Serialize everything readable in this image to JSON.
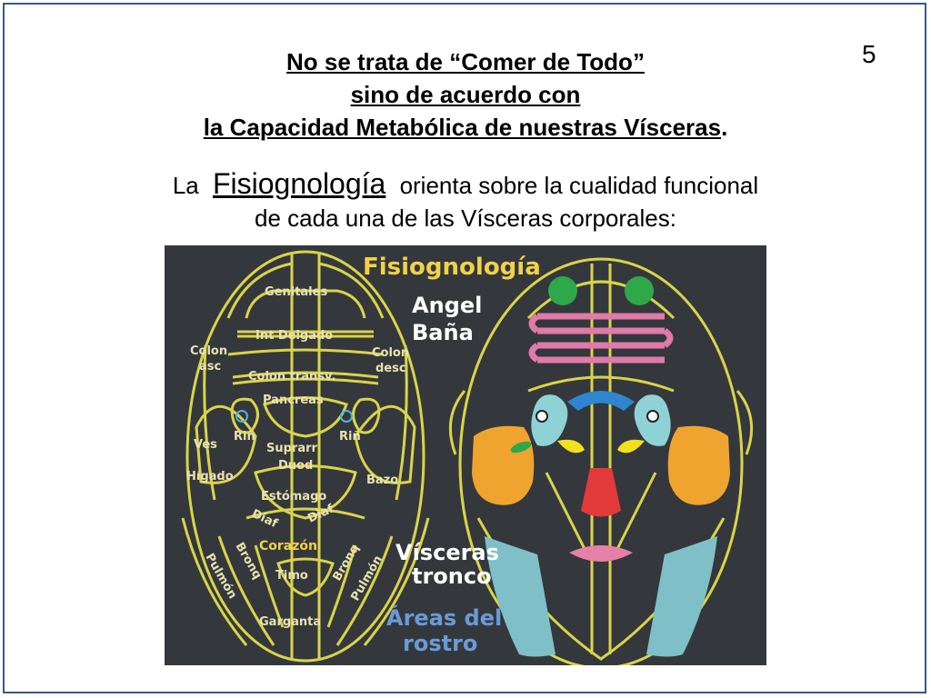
{
  "slide": {
    "number": "5",
    "title_line1": "No se trata de “Comer  de  Todo”",
    "title_line2": "sino de acuerdo con",
    "title_line3": "la  Capacidad  Metabólica  de  nuestras  Vísceras",
    "title_period": ".",
    "subtitle_prefix": "La",
    "subtitle_keyword": "Fisiognología",
    "subtitle_rest": "orienta sobre la cualidad funcional",
    "subtitle_line2": "de cada una de las Vísceras corporales:"
  },
  "diagram": {
    "title": "Fisiognología",
    "author_line1": "Angel",
    "author_line2": "Baña",
    "viscera_line1": "Vísceras",
    "viscera_line2": "tronco",
    "areas_line1": "Áreas del",
    "areas_line2": "rostro",
    "organs": {
      "genitales": "Genitales",
      "int_delgado": "Int Delgado",
      "colon_asc_1": "Colon",
      "colon_asc_2": "asc",
      "colon_desc_1": "Colon",
      "colon_desc_2": "desc",
      "colon_transv": "Colon transv.",
      "pancreas": "Pancreas",
      "rin_left": "Riñ",
      "rin_right": "Riñ",
      "ves": "Ves",
      "suprarr": "Suprarr",
      "duod": "Duod",
      "higado": "Hígado",
      "bazo": "Bazo",
      "estomago": "Estómago",
      "diaf_left": "Diaf",
      "diaf_right": "Diaf",
      "corazon": "Corazón",
      "bronq_left": "Bronq",
      "bronq_right": "Bronq",
      "timo": "Timo",
      "pulmon_left": "Pulmón",
      "pulmon_right": "Pulmón",
      "garganta": "Garganta"
    },
    "colors": {
      "background": "#34383c",
      "outline": "#d9d44a",
      "title": "#f0d24a",
      "author": "#ffffff",
      "organ_label": "#e8e2b0",
      "corazon": "#f0d24a",
      "areas": "#6a9ad8",
      "viscera": "#ffffff",
      "genital_green": "#2fa84a",
      "intestine_pink": "#e07aa8",
      "kidney_cyan": "#8fd2d6",
      "pancreas_blue": "#2e86d0",
      "yellow": "#f0e020",
      "orange": "#f0a430",
      "nose_red": "#e23a3a",
      "lips_pink": "#e680a6",
      "lung_teal": "#7fc0c8"
    }
  }
}
